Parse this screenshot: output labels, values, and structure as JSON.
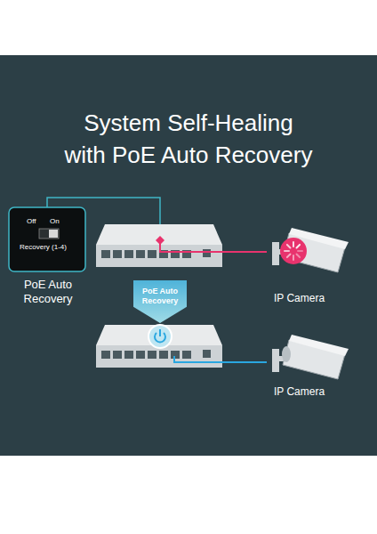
{
  "diagram": {
    "title": "System Self-Healing with PoE Auto Recovery",
    "nodes": [
      {
        "text": [
          "Off",
          "On",
          "Recovery (1-4)",
          "PoE Auto Recovery"
        ]
      },
      {
        "text": [
          "IP Camera"
        ]
      },
      {
        "text": [
          "PoE Auto Recovery"
        ]
      },
      {
        "text": [
          "IP Camera"
        ]
      }
    ]
  }
}
